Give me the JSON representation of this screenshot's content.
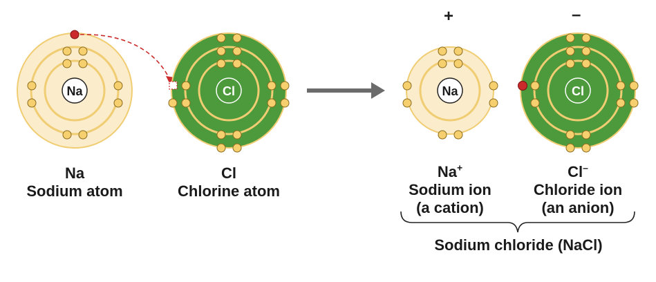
{
  "atoms": {
    "na_atom": {
      "symbol": "Na",
      "formula": "Na",
      "name": "Sodium atom"
    },
    "cl_atom": {
      "symbol": "Cl",
      "formula": "Cl",
      "name": "Chlorine atom"
    },
    "na_ion": {
      "symbol": "Na",
      "formula_base": "Na",
      "formula_sup": "+",
      "name": "Sodium ion",
      "desc": "(a cation)",
      "charge": "+"
    },
    "cl_ion": {
      "symbol": "Cl",
      "formula_base": "Cl",
      "formula_sup": "–",
      "name": "Chloride ion",
      "desc": "(an anion)",
      "charge": "–"
    }
  },
  "compound_label": "Sodium chloride (NaCl)",
  "colors": {
    "electron": "#f6cf6e",
    "transferred_electron": "#cc2b2b",
    "sodium_fill": "#fbeccb",
    "chlorine_fill": "#4c9a3c",
    "orbit_line": "#f0cd73",
    "arrow": "#6b6b6b",
    "transfer_arrow": "#cc2b2b"
  }
}
